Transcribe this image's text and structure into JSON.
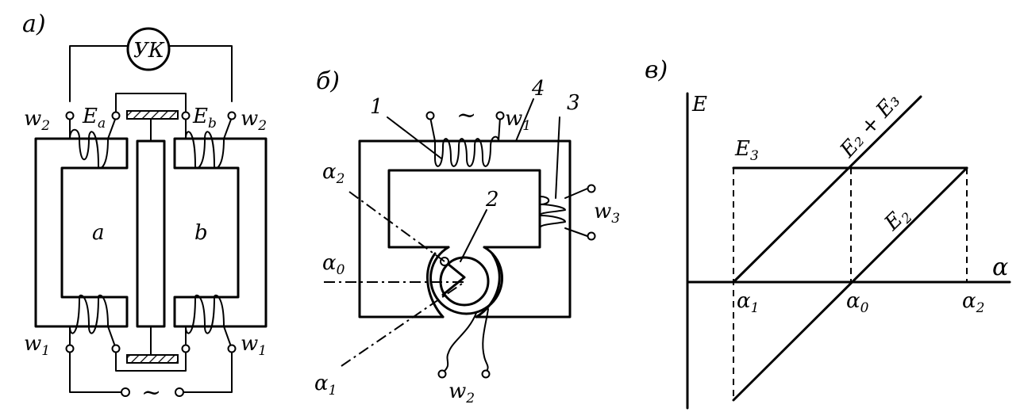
{
  "panel_a": {
    "label": "а)",
    "amplifier": "УК",
    "w2_left": {
      "base": "w",
      "sub": "2"
    },
    "w2_right": {
      "base": "w",
      "sub": "2"
    },
    "w1_left": {
      "base": "w",
      "sub": "1"
    },
    "w1_right": {
      "base": "w",
      "sub": "1"
    },
    "Ea": {
      "base": "E",
      "sub": "a"
    },
    "Eb": {
      "base": "E",
      "sub": "b"
    },
    "core_a": "a",
    "core_b": "b",
    "ac_source": "~"
  },
  "panel_b": {
    "label": "б)",
    "num1": "1",
    "num2": "2",
    "num3": "3",
    "num4": "4",
    "ac_source": "~",
    "w1": {
      "base": "w",
      "sub": "1"
    },
    "w3": {
      "base": "w",
      "sub": "3"
    },
    "w2": {
      "base": "w",
      "sub": "2"
    },
    "alpha2": {
      "base": "α",
      "sub": "2"
    },
    "alpha0": {
      "base": "α",
      "sub": "0"
    },
    "alpha1": {
      "base": "α",
      "sub": "1"
    }
  },
  "panel_c": {
    "label": "в)",
    "y_axis": "E",
    "x_axis": "α",
    "E3": {
      "base": "E",
      "sub": "3"
    },
    "E2": {
      "base": "E",
      "sub": "2"
    },
    "E2E3": "E₂ + E₃",
    "alpha1": {
      "base": "α",
      "sub": "1"
    },
    "alpha0": {
      "base": "α",
      "sub": "0"
    },
    "alpha2": {
      "base": "α",
      "sub": "2"
    }
  }
}
